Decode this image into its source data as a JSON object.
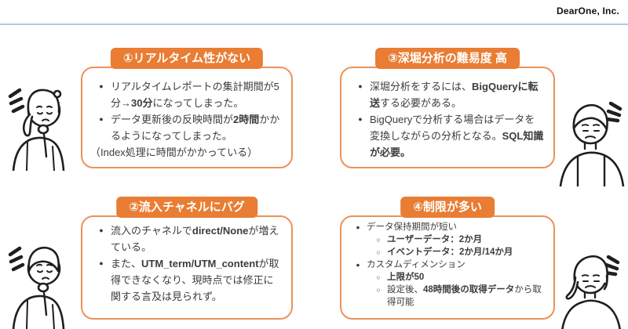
{
  "brand": "DearOne, Inc.",
  "colors": {
    "accent": "#E97D34",
    "panel_border": "#EC9258",
    "divider": "#A9CBEA",
    "text": "#3C3C3C",
    "header_text": "#FFFFFF"
  },
  "markers": {
    "disc": "●",
    "circle": "○"
  },
  "boxes": {
    "box1": {
      "title": "①リアルタイム性がない",
      "items": [
        {
          "indent": 1,
          "marker": "disc",
          "runs": [
            {
              "t": "リアルタイムレポートの集計期間が5分→"
            },
            {
              "t": "30分",
              "b": true
            },
            {
              "t": "になってしまった。"
            }
          ]
        },
        {
          "indent": 1,
          "marker": "disc",
          "runs": [
            {
              "t": "データ更新後の反映時間が"
            },
            {
              "t": "2時間",
              "b": true
            },
            {
              "t": "かかるようになってしまった。"
            }
          ]
        },
        {
          "indent": 0,
          "marker": "none",
          "runs": [
            {
              "t": "（Index処理に時間がかかっている）"
            }
          ]
        }
      ]
    },
    "box2": {
      "title": "②流入チャネルにバグ",
      "items": [
        {
          "indent": 1,
          "marker": "disc",
          "runs": [
            {
              "t": "流入のチャネルで"
            },
            {
              "t": "direct/None",
              "b": true
            },
            {
              "t": "が増えている。"
            }
          ]
        },
        {
          "indent": 1,
          "marker": "disc",
          "runs": [
            {
              "t": "また、"
            },
            {
              "t": "UTM_term/UTM_content",
              "b": true
            },
            {
              "t": "が取得できなくなり、現時点では修正に関する言及は見られず。"
            }
          ]
        }
      ]
    },
    "box3": {
      "title": "③深堀分析の難易度 高",
      "items": [
        {
          "indent": 1,
          "marker": "disc",
          "runs": [
            {
              "t": "深堀分析をするには、"
            },
            {
              "t": "BigQueryに転送",
              "b": true
            },
            {
              "t": "する必要がある。"
            }
          ]
        },
        {
          "indent": 1,
          "marker": "disc",
          "runs": [
            {
              "t": "BigQueryで分析する場合はデータを変換しながらの分析となる。"
            },
            {
              "t": "SQL知識が必要。",
              "b": true
            }
          ]
        }
      ]
    },
    "box4": {
      "title": "④制限が多い",
      "items": [
        {
          "indent": 1,
          "marker": "disc",
          "runs": [
            {
              "t": "データ保持期間が短い"
            }
          ]
        },
        {
          "indent": 2,
          "marker": "circle",
          "runs": [
            {
              "t": "ユーザーデータ：2か月",
              "b": true
            }
          ]
        },
        {
          "indent": 2,
          "marker": "circle",
          "runs": [
            {
              "t": "イベントデータ：2か月/14か月",
              "b": true
            }
          ]
        },
        {
          "indent": 1,
          "marker": "disc",
          "runs": [
            {
              "t": "カスタムディメンション"
            }
          ]
        },
        {
          "indent": 2,
          "marker": "circle",
          "runs": [
            {
              "t": "上限が50",
              "b": true
            }
          ]
        },
        {
          "indent": 2,
          "marker": "circle",
          "runs": [
            {
              "t": "設定後、"
            },
            {
              "t": "48時間後の取得データ",
              "b": true
            },
            {
              "t": "から取得可能"
            }
          ]
        }
      ]
    }
  },
  "figures": [
    {
      "name": "worried-woman-thinking",
      "detail": "annoyance-mark"
    },
    {
      "name": "worried-man-thinking",
      "detail": "annoyance-mark"
    },
    {
      "name": "sad-man-front",
      "detail": "annoyance-mark"
    },
    {
      "name": "sad-woman-front",
      "detail": "annoyance-mark"
    }
  ]
}
